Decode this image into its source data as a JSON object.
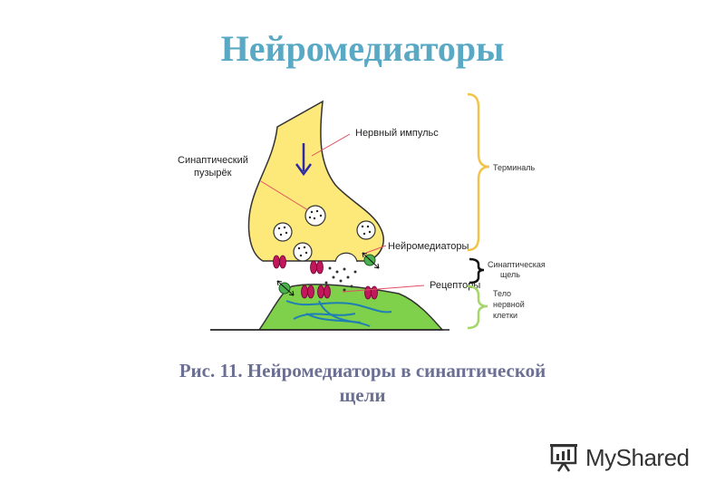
{
  "title": "Нейромедиаторы",
  "labels": {
    "impulse": "Нервный импульс",
    "vesicle_line1": "Синаптический",
    "vesicle_line2": "пузырёк",
    "neurotransmitters": "Нейромедиаторы",
    "receptors": "Рецепторы",
    "terminal": "Терминаль",
    "cleft_line1": "Синаптическая",
    "cleft_line2": "щель",
    "body_line1": "Тело",
    "body_line2": "нервной",
    "body_line3": "клетки"
  },
  "caption": {
    "line1": "Рис. 11. Нейромедиаторы в синаптической",
    "line2": "щели"
  },
  "logo": {
    "text": "MyShared"
  },
  "colors": {
    "title": "#5aa9c4",
    "caption": "#6b6f92",
    "terminal_fill": "#fde87a",
    "cell_fill": "#7fd04a",
    "receptor": "#c2185b",
    "terminal_brace": "#f3c44c",
    "body_brace": "#a5d66a"
  }
}
